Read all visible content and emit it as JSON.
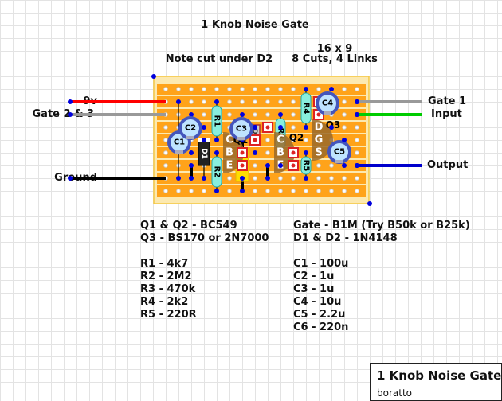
{
  "title": "1 Knob Noise Gate",
  "board_size": "16 x 9",
  "cuts_links": "8 Cuts, 4 Links",
  "note": "Note cut under D2",
  "connections": {
    "left": [
      {
        "label": "9v",
        "wire_color": "#ff0000"
      },
      {
        "label": "Gate 2 & 3",
        "wire_color": "#999999"
      },
      {
        "label": "Ground",
        "wire_color": "#000000"
      }
    ],
    "right": [
      {
        "label": "Gate 1",
        "wire_color": "#999999"
      },
      {
        "label": "Input",
        "wire_color": "#00cc00"
      },
      {
        "label": "Output",
        "wire_color": "#0000cc"
      }
    ]
  },
  "components": {
    "resistors": [
      "R1",
      "R2",
      "R3",
      "R4",
      "R5"
    ],
    "capacitors_electrolytic": [
      "C1",
      "C2",
      "C3",
      "C4",
      "C5"
    ],
    "capacitor_film": "C6",
    "diodes": [
      "D1",
      "D2"
    ],
    "transistors": [
      {
        "name": "Q1",
        "pins": [
          "C",
          "B",
          "E"
        ]
      },
      {
        "name": "Q2",
        "pins": [
          "C",
          "B",
          "E"
        ]
      },
      {
        "name": "Q3",
        "pins": [
          "D",
          "G",
          "S"
        ]
      }
    ]
  },
  "parts_list": {
    "left": [
      "Q1 & Q2 - BC549",
      "Q3 - BS170 or 2N7000",
      "",
      "R1 - 4k7",
      "R2 - 2M2",
      "R3 - 470k",
      "R4 - 2k2",
      "R5 - 220R"
    ],
    "right": [
      "Gate - B1M (Try B50k or B25k)",
      "D1 & D2 - 1N4148",
      "",
      "C1 - 100u",
      "C2 - 1u",
      "C3 - 1u",
      "C4 - 10u",
      "C5 - 2.2u",
      "C6 - 220n"
    ]
  },
  "titlebox": {
    "title": "1 Knob Noise Gate",
    "author": "boratto"
  },
  "colors": {
    "board": "#fce9b0",
    "strip": "#ffa31a",
    "strip_gap": "#fff3c8",
    "hole": "#cccccc",
    "node": "#0000dd",
    "resistor": "#88eedd",
    "cap_outer": "#4455bb",
    "cap_inner": "#bfe3ff",
    "film_cap": "#ffdd00",
    "transistor": "#9a6a2a",
    "cut": "#dd2222"
  }
}
